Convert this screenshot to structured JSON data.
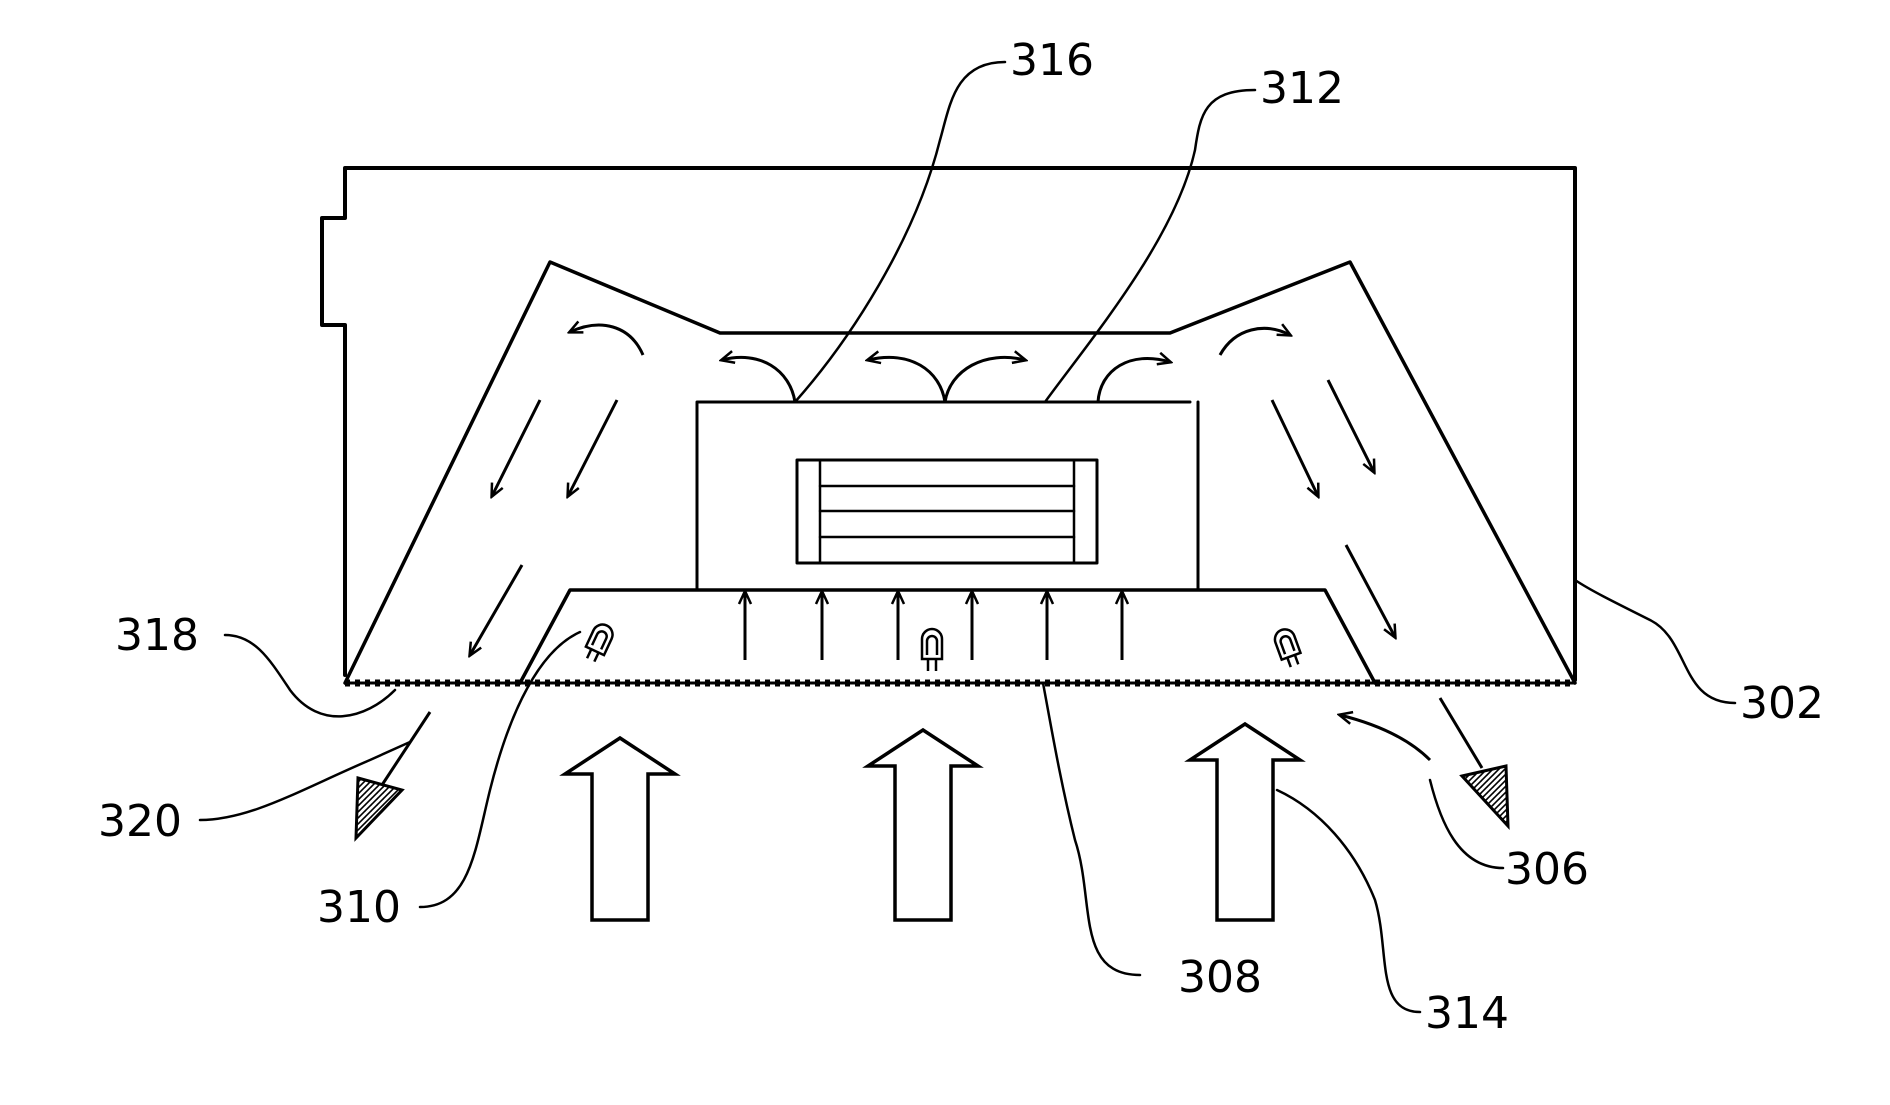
{
  "figure": {
    "labels": {
      "ref_302": "302",
      "ref_306": "306",
      "ref_308": "308",
      "ref_310": "310",
      "ref_312": "312",
      "ref_314": "314",
      "ref_316": "316",
      "ref_318": "318",
      "ref_320": "320"
    },
    "colors": {
      "line": "#000000",
      "background": "#ffffff"
    }
  }
}
